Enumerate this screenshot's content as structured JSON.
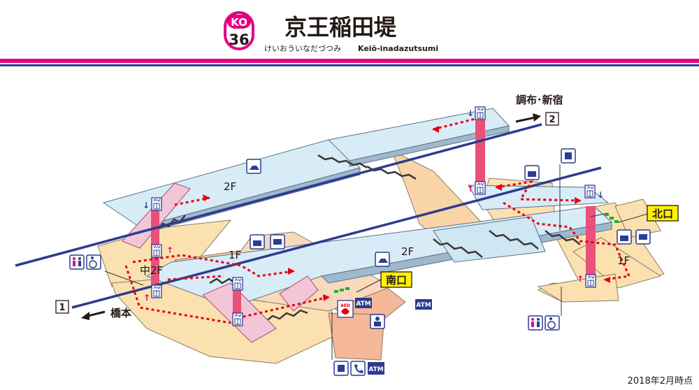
{
  "header": {
    "line_code": "KO",
    "station_number": "36",
    "station_name": "京王稲田堤",
    "reading_kana": "けいおういなだづつみ",
    "reading_roman": "Keiō-inadazutsumi",
    "accent_color": "#e4007f",
    "stripe_colors": [
      "#e4007f",
      "#2c3c91"
    ]
  },
  "tracks": [
    {
      "number": "1",
      "direction": "橋本"
    },
    {
      "number": "2",
      "direction": "調布･新宿"
    }
  ],
  "floor_labels": {
    "upper_left": "2F",
    "upper_right": "2F",
    "mid": "中2F",
    "ground_left": "1F",
    "ground_right": "1F"
  },
  "exits": [
    {
      "id": "south",
      "label": "南口"
    },
    {
      "id": "north",
      "label": "北口"
    }
  ],
  "facilities": {
    "atm": "ATM",
    "aed": "AED",
    "icons": [
      "toilet-icon",
      "wheelchair-icon",
      "elevator-icon",
      "escalator-icon",
      "station-office-icon",
      "ticket-icon",
      "phone-icon",
      "information-icon",
      "locker-icon",
      "aed-icon",
      "atm-icon"
    ]
  },
  "footer": {
    "date_note": "2018年2月時点"
  }
}
